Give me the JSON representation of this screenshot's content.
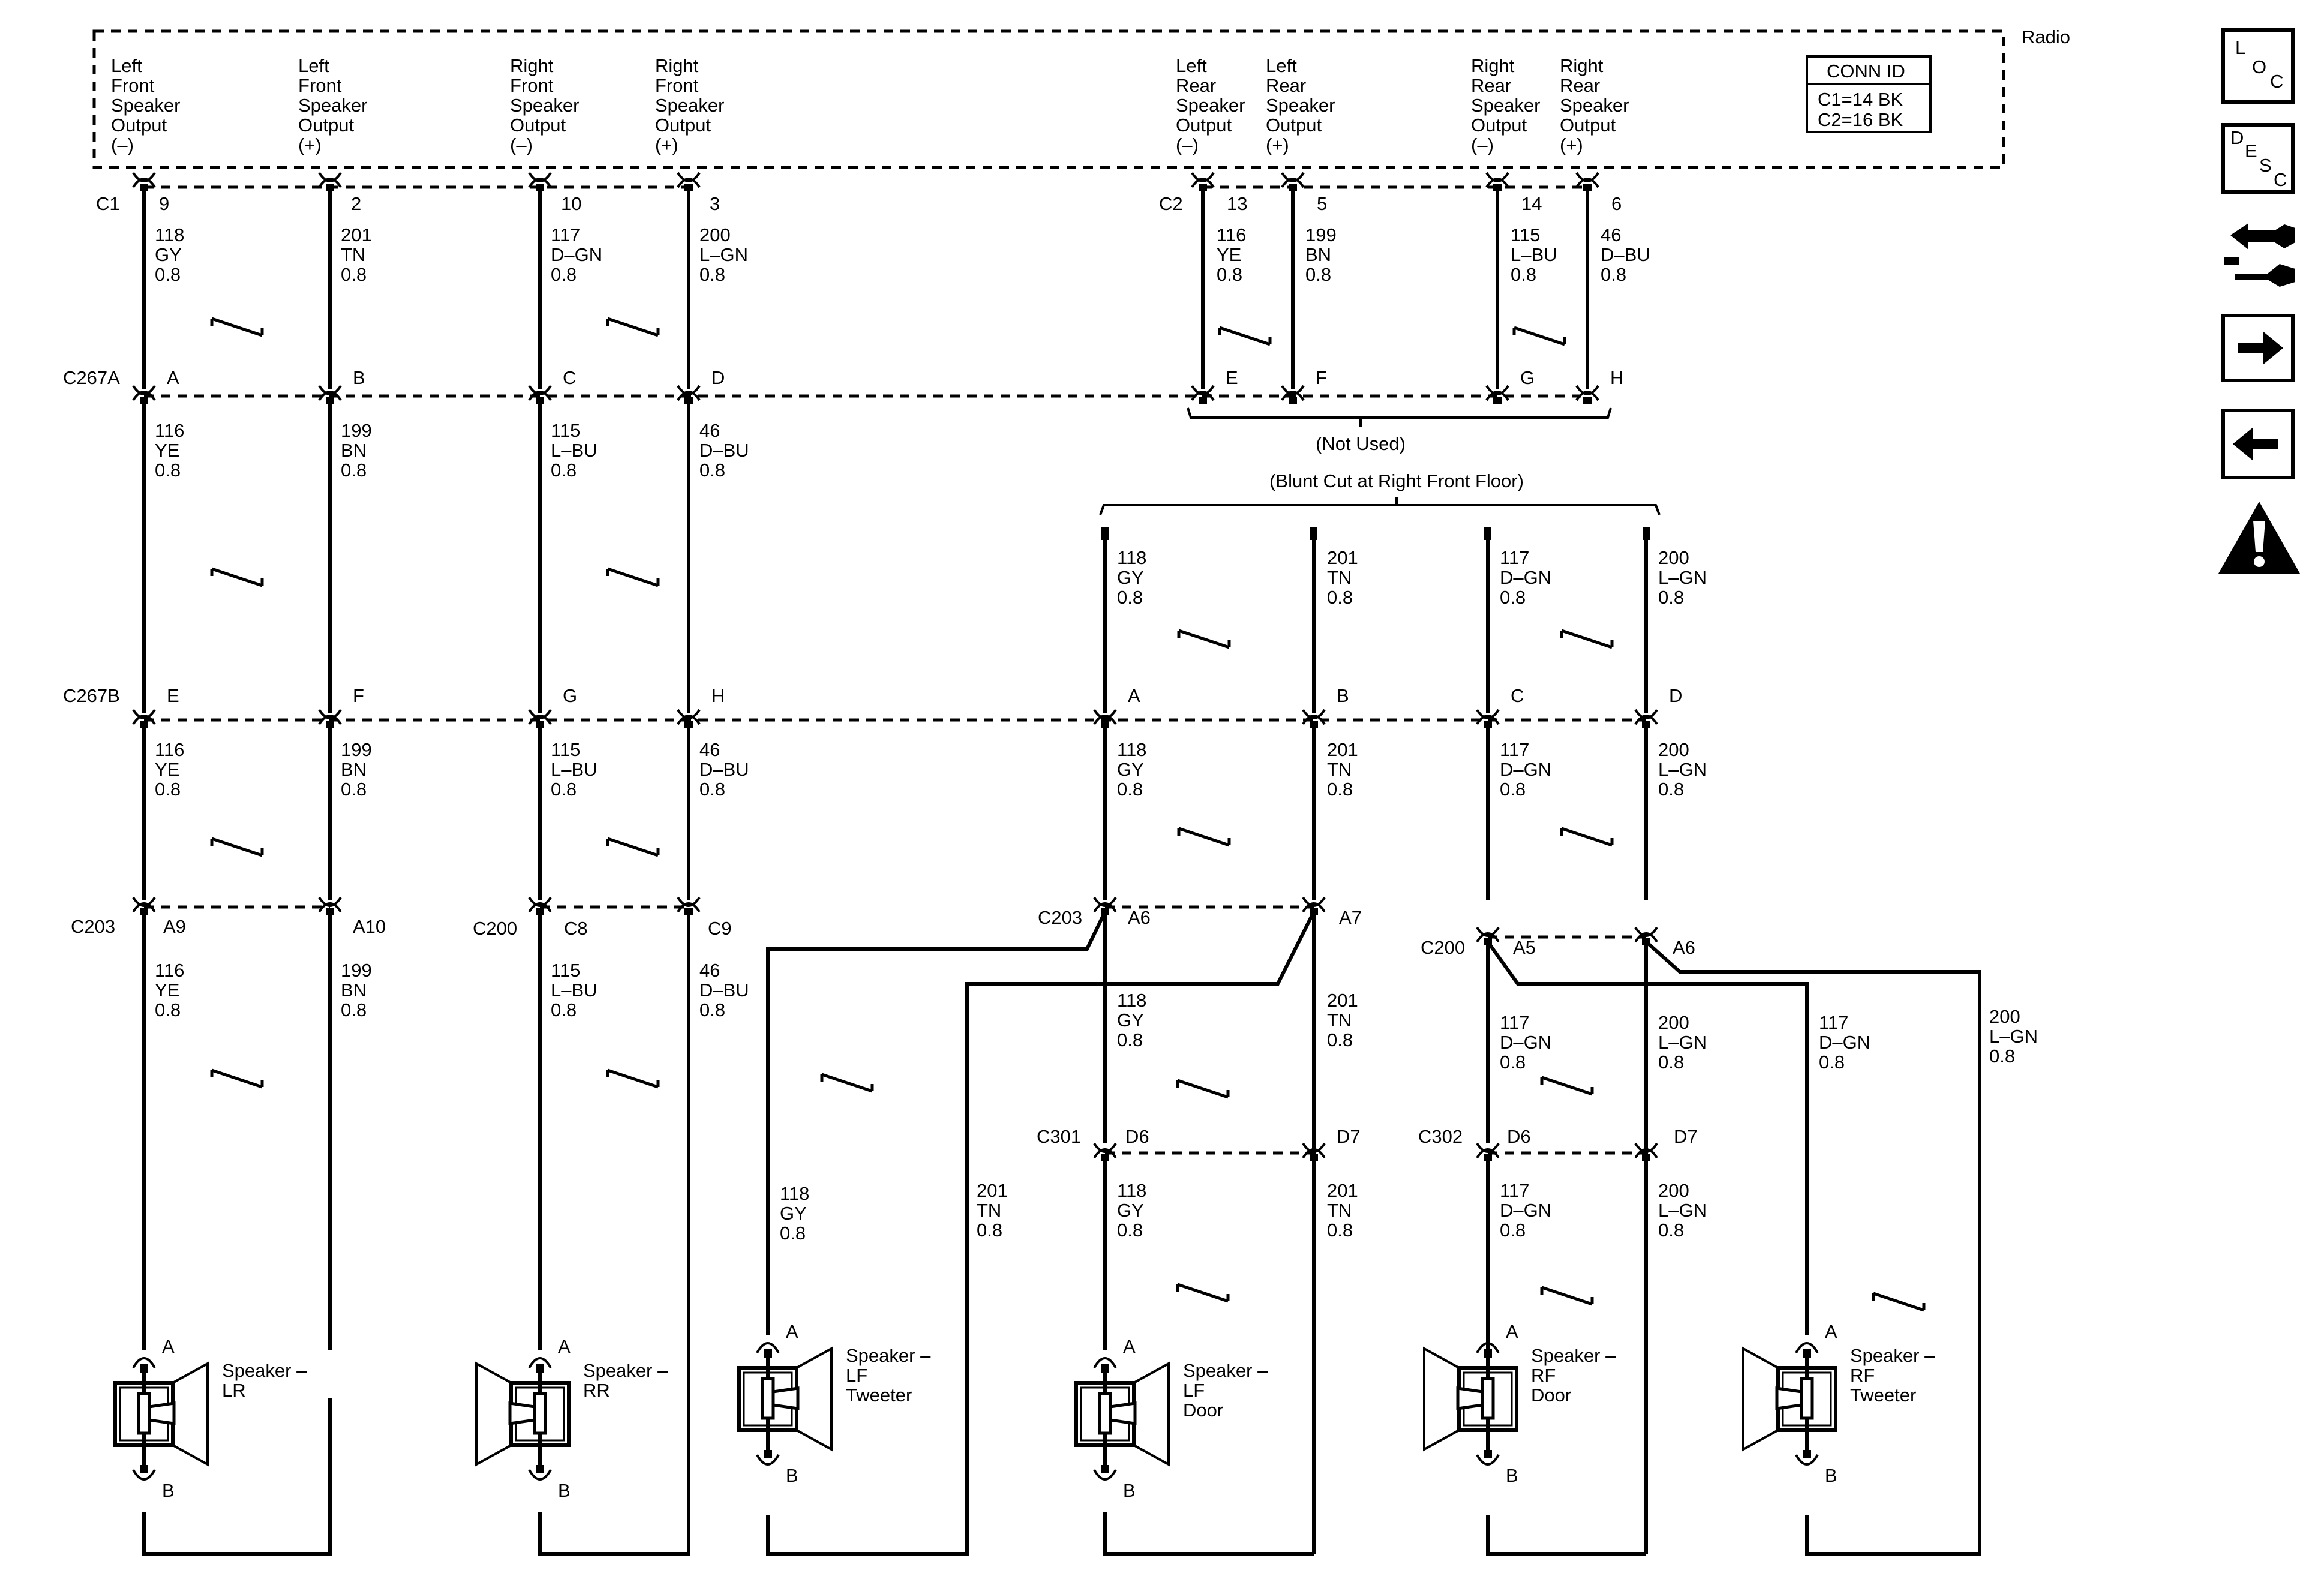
{
  "radio": {
    "label": "Radio",
    "conn_id": {
      "title": "CONN ID",
      "c1": "C1=14 BK",
      "c2": "C2=16 BK"
    },
    "outputs": [
      {
        "lines": [
          "Left",
          "Front",
          "Speaker",
          "Output",
          "(–)"
        ]
      },
      {
        "lines": [
          "Left",
          "Front",
          "Speaker",
          "Output",
          "(+)"
        ]
      },
      {
        "lines": [
          "Right",
          "Front",
          "Speaker",
          "Output",
          "(–)"
        ]
      },
      {
        "lines": [
          "Right",
          "Front",
          "Speaker",
          "Output",
          "(+)"
        ]
      },
      {
        "lines": [
          "Left",
          "Rear",
          "Speaker",
          "Output",
          "(–)"
        ]
      },
      {
        "lines": [
          "Left",
          "Rear",
          "Speaker",
          "Output",
          "(+)"
        ]
      },
      {
        "lines": [
          "Right",
          "Rear",
          "Speaker",
          "Output",
          "(–)"
        ]
      },
      {
        "lines": [
          "Right",
          "Rear",
          "Speaker",
          "Output",
          "(+)"
        ]
      }
    ]
  },
  "connectors": {
    "c1": {
      "name": "C1",
      "pins": [
        "9",
        "2",
        "10",
        "3"
      ]
    },
    "c2": {
      "name": "C2",
      "pins": [
        "13",
        "5",
        "14",
        "6"
      ]
    },
    "c267a": {
      "name": "C267A",
      "pins": [
        "A",
        "B",
        "C",
        "D",
        "E",
        "F",
        "G",
        "H"
      ]
    },
    "c267b": {
      "name": "C267B",
      "pins": [
        "E",
        "F",
        "G",
        "H",
        "A",
        "B",
        "C",
        "D"
      ]
    },
    "c203_left": {
      "name": "C203",
      "pins": [
        "A9",
        "A10"
      ]
    },
    "c200_left": {
      "name": "C200",
      "pins": [
        "C8",
        "C9"
      ]
    },
    "c203_right": {
      "name": "C203",
      "pins": [
        "A6",
        "A7"
      ]
    },
    "c200_right": {
      "name": "C200",
      "pins": [
        "A5",
        "A6"
      ]
    },
    "c301": {
      "name": "C301",
      "pins": [
        "D6",
        "D7"
      ]
    },
    "c302": {
      "name": "C302",
      "pins": [
        "D6",
        "D7"
      ]
    }
  },
  "notes": {
    "not_used": "(Not Used)",
    "blunt_cut": "(Blunt Cut at Right Front Floor)"
  },
  "wires": {
    "w118gy": [
      "118",
      "GY",
      "0.8"
    ],
    "w201tn": [
      "201",
      "TN",
      "0.8"
    ],
    "w117dgn": [
      "117",
      "D–GN",
      "0.8"
    ],
    "w200lgn": [
      "200",
      "L–GN",
      "0.8"
    ],
    "w116ye": [
      "116",
      "YE",
      "0.8"
    ],
    "w199bn": [
      "199",
      "BN",
      "0.8"
    ],
    "w115lbu": [
      "115",
      "L–BU",
      "0.8"
    ],
    "w46dbu": [
      "46",
      "D–BU",
      "0.8"
    ]
  },
  "speakers": [
    {
      "lines": [
        "Speaker –",
        "LR"
      ],
      "pin_a": "A",
      "pin_b": "B"
    },
    {
      "lines": [
        "Speaker –",
        "RR"
      ],
      "pin_a": "A",
      "pin_b": "B"
    },
    {
      "lines": [
        "Speaker –",
        "LF",
        "Tweeter"
      ],
      "pin_a": "A",
      "pin_b": "B"
    },
    {
      "lines": [
        "Speaker –",
        "LF",
        "Door"
      ],
      "pin_a": "A",
      "pin_b": "B"
    },
    {
      "lines": [
        "Speaker –",
        "RF",
        "Door"
      ],
      "pin_a": "A",
      "pin_b": "B"
    },
    {
      "lines": [
        "Speaker –",
        "RF",
        "Tweeter"
      ],
      "pin_a": "A",
      "pin_b": "B"
    }
  ],
  "nav": [
    {
      "icon": "loc-icon",
      "text": [
        "L",
        "O",
        "C"
      ]
    },
    {
      "icon": "desc-icon",
      "text": [
        "D",
        "E",
        "S",
        "C"
      ]
    },
    {
      "icon": "connector-harness-icon"
    },
    {
      "icon": "arrow-right-icon"
    },
    {
      "icon": "arrow-left-icon"
    },
    {
      "icon": "warning-icon"
    }
  ]
}
